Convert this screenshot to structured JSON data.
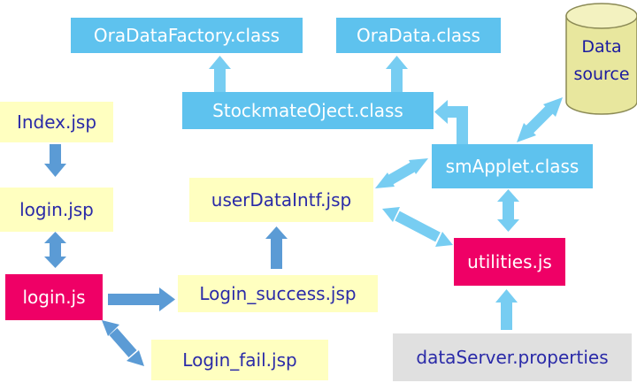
{
  "diagram": {
    "nodes": {
      "ora_data_factory": "OraDataFactory.class",
      "ora_data": "OraData.class",
      "stockmate_object": "StockmateOject.class",
      "data_source_line1": "Data",
      "data_source_line2": "source",
      "index_jsp": "Index.jsp",
      "login_jsp": "login.jsp",
      "login_js": "login.js",
      "user_data_intf": "userDataIntf.jsp",
      "sm_applet": "smApplet.class",
      "utilities_js": "utilities.js",
      "login_success": "Login_success.jsp",
      "login_fail": "Login_fail.jsp",
      "data_server_properties": "dataServer.properties"
    },
    "colors": {
      "class_box": "#5ec2ee",
      "jsp_box": "#ffffc0",
      "js_box": "#ef0066",
      "properties_box": "#e0e0e0",
      "arrow_dark": "#5b9bd5",
      "arrow_light": "#77cdf2",
      "cylinder": "#e8e79e"
    }
  }
}
